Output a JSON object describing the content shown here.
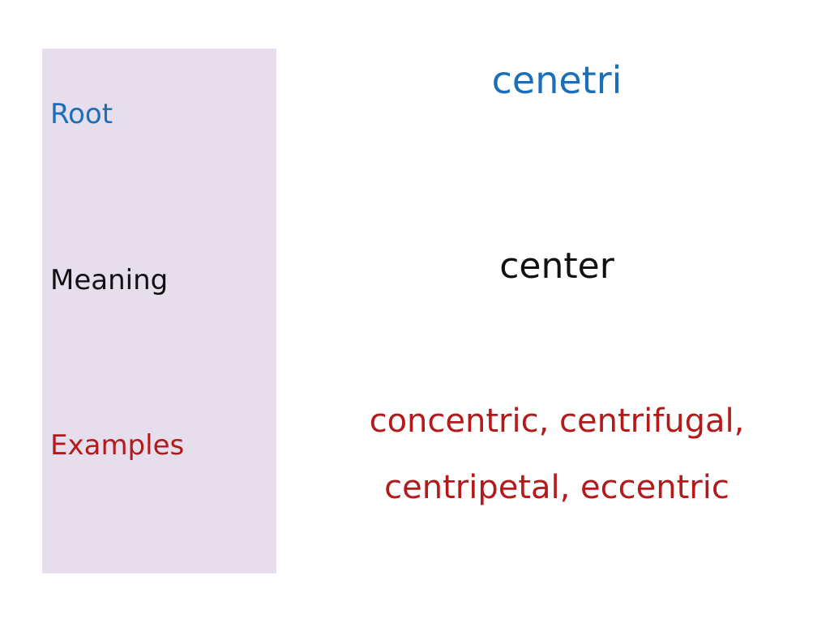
{
  "colors": {
    "panel_background": "#e6deec",
    "root_color": "#1a6fb8",
    "meaning_color": "#111111",
    "examples_color": "#b31b1b"
  },
  "labels": {
    "root": "Root",
    "meaning": "Meaning",
    "examples": "Examples"
  },
  "values": {
    "root": "cenetri",
    "meaning": "center",
    "examples_line_1": "concentric, centrifugal,",
    "examples_line_2": "centripetal, eccentric"
  }
}
